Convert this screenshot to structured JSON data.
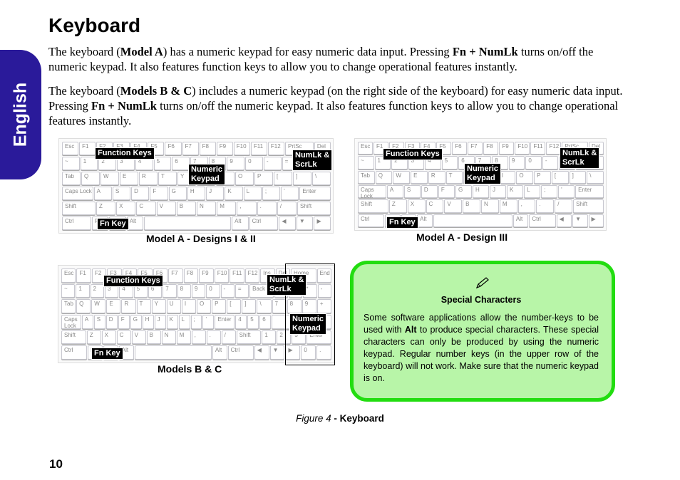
{
  "side_tab": "English",
  "title": "Keyboard",
  "paragraph1": {
    "t1": "The keyboard (",
    "b1": "Model A",
    "t2": ") has a numeric keypad for easy numeric data input. Pressing ",
    "b2": "Fn + NumLk",
    "t3": " turns on/off the numeric keypad. It also features function keys to allow you to change operational features instantly."
  },
  "paragraph2": {
    "t1": "The keyboard (",
    "b1": "Models B & C",
    "t2": ") includes a numeric keypad (on the right side of the keyboard) for easy numeric data input. Pressing ",
    "b2": "Fn + NumLk",
    "t3": " turns on/off the numeric keypad. It also features function keys to allow you to change operational features instantly."
  },
  "keyboard_a12": {
    "caption": "Model A - Designs I & II",
    "function_keys": "Function Keys",
    "numlk_1": "NumLk &",
    "numlk_2": "ScrLk",
    "numeric_1": "Numeric",
    "numeric_2": "Keypad",
    "fn_key": "Fn Key"
  },
  "keyboard_a3": {
    "caption": "Model A - Design III",
    "function_keys": "Function Keys",
    "numlk_1": "NumLk &",
    "numlk_2": "ScrLk",
    "numeric_1": "Numeric",
    "numeric_2": "Keypad",
    "fn_key": "Fn Key"
  },
  "keyboard_bc": {
    "caption": "Models B & C",
    "function_keys": "Function Keys",
    "numlk_1": "NumLk &",
    "numlk_2": "ScrLk",
    "numeric_1": "Numeric",
    "numeric_2": "Keypad",
    "fn_key": "Fn Key"
  },
  "note": {
    "icon": "pencil-icon",
    "title": "Special Characters",
    "t1": "Some software applications allow the number-keys to be used with ",
    "b1": "Alt",
    "t2": " to produce special characters. These special characters can only be produced by using the numeric keypad. Regular number keys (in the upper row of the keyboard) will not work. Make sure that the numeric keypad is on."
  },
  "figure_caption": {
    "label": "Figure 4",
    "text": " - Keyboard"
  },
  "page_number": "10",
  "colors": {
    "tab": "#2a1a9a",
    "note_fill": "#b8f5a8",
    "note_border": "#22dd10"
  },
  "keyboards": {
    "a12": {
      "rows": [
        [
          "Esc",
          "F1",
          "F2",
          "F3",
          "F4",
          "F5",
          "F6",
          "F7",
          "F8",
          "F9",
          "F10",
          "F11",
          "F12",
          "PrtSc",
          "Del"
        ],
        [
          "~",
          "1",
          "2",
          "3",
          "4",
          "5",
          "6",
          "7",
          "8",
          "9",
          "0",
          "-",
          "=",
          "Back"
        ],
        [
          "Tab",
          "Q",
          "W",
          "E",
          "R",
          "T",
          "Y",
          "U",
          "I",
          "O",
          "P",
          "[",
          "]",
          "\\"
        ],
        [
          "Caps Lock",
          "A",
          "S",
          "D",
          "F",
          "G",
          "H",
          "J",
          "K",
          "L",
          ";",
          "'",
          "Enter"
        ],
        [
          "Shift",
          "Z",
          "X",
          "C",
          "V",
          "B",
          "N",
          "M",
          ",",
          ".",
          "/",
          "Shift"
        ],
        [
          "Ctrl",
          "Fn",
          "Win",
          "Alt",
          "",
          "Alt",
          "Ctrl",
          "◀",
          "▼",
          "▶"
        ]
      ]
    },
    "a3": {
      "rows": [
        [
          "Esc",
          "F1",
          "F2",
          "F3",
          "F4",
          "F5",
          "F6",
          "F7",
          "F8",
          "F9",
          "F10",
          "F11",
          "F12",
          "PrtSc",
          "Del"
        ],
        [
          "~",
          "1",
          "2",
          "3",
          "4",
          "5",
          "6",
          "7",
          "8",
          "9",
          "0",
          "-",
          "=",
          "Back"
        ],
        [
          "Tab",
          "Q",
          "W",
          "E",
          "R",
          "T",
          "Y",
          "U",
          "I",
          "O",
          "P",
          "[",
          "]",
          "\\"
        ],
        [
          "Caps Lock",
          "A",
          "S",
          "D",
          "F",
          "G",
          "H",
          "J",
          "K",
          "L",
          ";",
          "'",
          "Enter"
        ],
        [
          "Shift",
          "Z",
          "X",
          "C",
          "V",
          "B",
          "N",
          "M",
          ",",
          ".",
          "/",
          "Shift"
        ],
        [
          "Ctrl",
          "Fn",
          "Win",
          "Alt",
          "",
          "Alt",
          "Ctrl",
          "◀",
          "▼",
          "▶"
        ]
      ]
    },
    "bc": {
      "rows": [
        [
          "Esc",
          "F1",
          "F2",
          "F3",
          "F4",
          "F5",
          "F6",
          "F7",
          "F8",
          "F9",
          "F10",
          "F11",
          "F12",
          "Ins",
          "Del",
          "Home",
          "End"
        ],
        [
          "~",
          "1",
          "2",
          "3",
          "4",
          "5",
          "6",
          "7",
          "8",
          "9",
          "0",
          "-",
          "=",
          "Back",
          "Num",
          "/",
          "*",
          "-"
        ],
        [
          "Tab",
          "Q",
          "W",
          "E",
          "R",
          "T",
          "Y",
          "U",
          "I",
          "O",
          "P",
          "[",
          "]",
          "\\",
          "7",
          "8",
          "9",
          "+"
        ],
        [
          "Caps Lock",
          "A",
          "S",
          "D",
          "F",
          "G",
          "H",
          "J",
          "K",
          "L",
          ";",
          "'",
          "Enter",
          "4",
          "5",
          "6",
          ""
        ],
        [
          "Shift",
          "Z",
          "X",
          "C",
          "V",
          "B",
          "N",
          "M",
          ",",
          ".",
          "/",
          "Shift",
          "1",
          "2",
          "3",
          "Enter"
        ],
        [
          "Ctrl",
          "Fn",
          "Win",
          "Alt",
          "",
          "Alt",
          "Ctrl",
          "◀",
          "▼",
          "▶",
          "0",
          "."
        ]
      ]
    }
  }
}
